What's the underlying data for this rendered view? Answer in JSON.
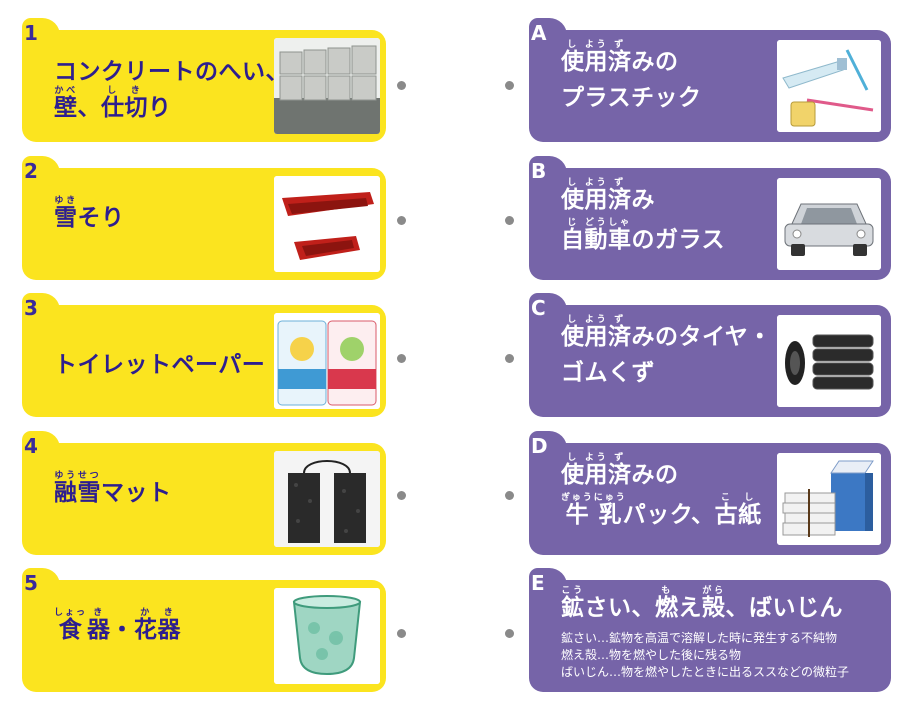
{
  "left_items": [
    {
      "num": "1",
      "line1": "コンクリートのへい、",
      "line2": [
        {
          "t": "壁",
          "r": "かべ"
        },
        {
          "t": "、"
        },
        {
          "t": "仕",
          "r": "し"
        },
        {
          "t": "切",
          "r": "き"
        },
        {
          "t": "り"
        }
      ],
      "photo": "concrete-wall-photo"
    },
    {
      "num": "2",
      "line1": [
        {
          "t": "雪",
          "r": "ゆき"
        },
        {
          "t": "そり"
        }
      ],
      "photo": "snow-sled-photo"
    },
    {
      "num": "3",
      "line1": "トイレットペーパー",
      "photo": "toilet-paper-photo"
    },
    {
      "num": "4",
      "line1": [
        {
          "t": "融",
          "r": "ゆう"
        },
        {
          "t": "雪",
          "r": "せつ"
        },
        {
          "t": "マット"
        }
      ],
      "photo": "snow-melting-mat-photo"
    },
    {
      "num": "5",
      "line1": [
        {
          "t": "食",
          "r": "しょっ"
        },
        {
          "t": "器",
          "r": "き"
        },
        {
          "t": "・"
        },
        {
          "t": "花",
          "r": "か"
        },
        {
          "t": "器",
          "r": "き"
        }
      ],
      "photo": "glass-cup-photo"
    }
  ],
  "right_items": [
    {
      "letter": "A",
      "line1": [
        {
          "t": "使",
          "r": "し"
        },
        {
          "t": "用",
          "r": "よう"
        },
        {
          "t": "済",
          "r": "ず"
        },
        {
          "t": "みの"
        }
      ],
      "line2": "プラスチック",
      "photo": "used-plastic-photo"
    },
    {
      "letter": "B",
      "line1": [
        {
          "t": "使",
          "r": "し"
        },
        {
          "t": "用",
          "r": "よう"
        },
        {
          "t": "済",
          "r": "ず"
        },
        {
          "t": "み"
        }
      ],
      "line2": [
        {
          "t": "自",
          "r": "じ"
        },
        {
          "t": "動",
          "r": "どう"
        },
        {
          "t": "車",
          "r": "しゃ"
        },
        {
          "t": "のガラス"
        }
      ],
      "photo": "car-photo"
    },
    {
      "letter": "C",
      "line1": [
        {
          "t": "使",
          "r": "し"
        },
        {
          "t": "用",
          "r": "よう"
        },
        {
          "t": "済",
          "r": "ず"
        },
        {
          "t": "みのタイヤ・"
        }
      ],
      "line2": "ゴムくず",
      "photo": "tires-photo"
    },
    {
      "letter": "D",
      "line1": [
        {
          "t": "使",
          "r": "し"
        },
        {
          "t": "用",
          "r": "よう"
        },
        {
          "t": "済",
          "r": "ず"
        },
        {
          "t": "みの"
        }
      ],
      "line2": [
        {
          "t": "牛",
          "r": "ぎゅう"
        },
        {
          "t": "乳",
          "r": "にゅう"
        },
        {
          "t": "パック、"
        },
        {
          "t": "古",
          "r": "こ"
        },
        {
          "t": "紙",
          "r": "し"
        }
      ],
      "photo": "milk-carton-photo"
    },
    {
      "letter": "E",
      "line1": [
        {
          "t": "鉱",
          "r": "こう"
        },
        {
          "t": "さい、"
        },
        {
          "t": "燃",
          "r": "も"
        },
        {
          "t": "え"
        },
        {
          "t": "殻",
          "r": "がら"
        },
        {
          "t": "、ばいじん"
        }
      ],
      "notes": [
        "鉱さい…鉱物を高温で溶解した時に発生する不純物",
        "燃え殻…物を燃やした後に残る物",
        "ばいじん…物を燃やしたときに出るススなどの微粒子"
      ]
    }
  ],
  "colors": {
    "yellow": "#fbe41f",
    "purple": "#7664a8",
    "navy_text": "#2d1e8f",
    "dot": "#8a8a8a"
  }
}
